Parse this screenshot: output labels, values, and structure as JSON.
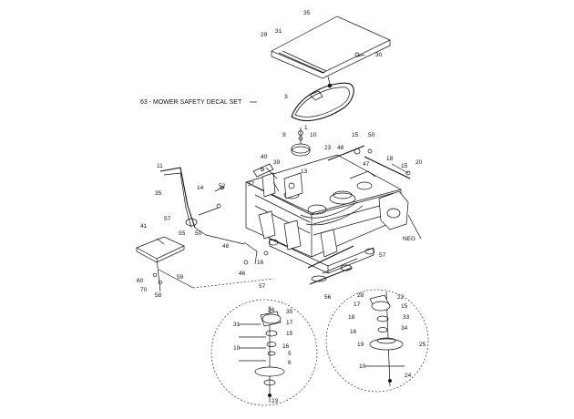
{
  "diagram": {
    "decal_title": "63 - MOWER SAFETY DECAL SET",
    "callouts": [
      "35",
      "31",
      "29",
      "30",
      "3",
      "9",
      "1",
      "10",
      "15",
      "50",
      "48",
      "47",
      "20",
      "15",
      "18",
      "23",
      "40",
      "39",
      "37",
      "13",
      "11",
      "14",
      "35",
      "55",
      "52",
      "57",
      "41",
      "50",
      "48",
      "46",
      "16",
      "57",
      "60",
      "70",
      "59",
      "58",
      "57",
      "56",
      "36",
      "35",
      "17",
      "15",
      "16",
      "5",
      "31",
      "10",
      "6",
      "23",
      "28",
      "22",
      "17",
      "18",
      "15",
      "33",
      "34",
      "16",
      "25",
      "19",
      "24",
      "10",
      "NEG"
    ]
  }
}
